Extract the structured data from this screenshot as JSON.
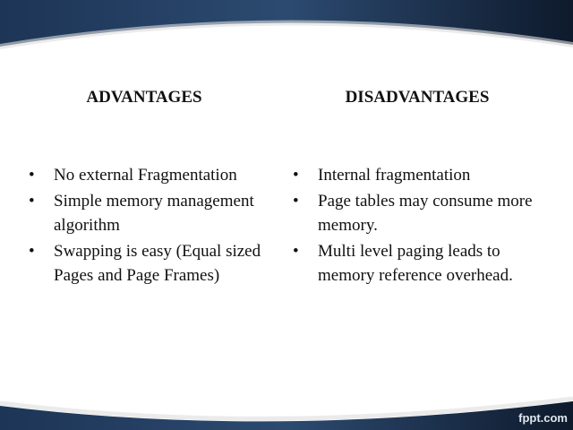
{
  "left": {
    "heading": "ADVANTAGES",
    "items": [
      "No external Fragmentation",
      "Simple memory management algorithm",
      "Swapping is easy (Equal sized Pages and Page Frames)"
    ]
  },
  "right": {
    "heading": "DISADVANTAGES",
    "items": [
      "Internal fragmentation",
      "Page tables may consume more memory.",
      "Multi level paging leads to memory reference overhead."
    ]
  },
  "bullet": "•",
  "branding": "fppt.com",
  "colors": {
    "band": "#142238",
    "background": "#ffffff"
  }
}
